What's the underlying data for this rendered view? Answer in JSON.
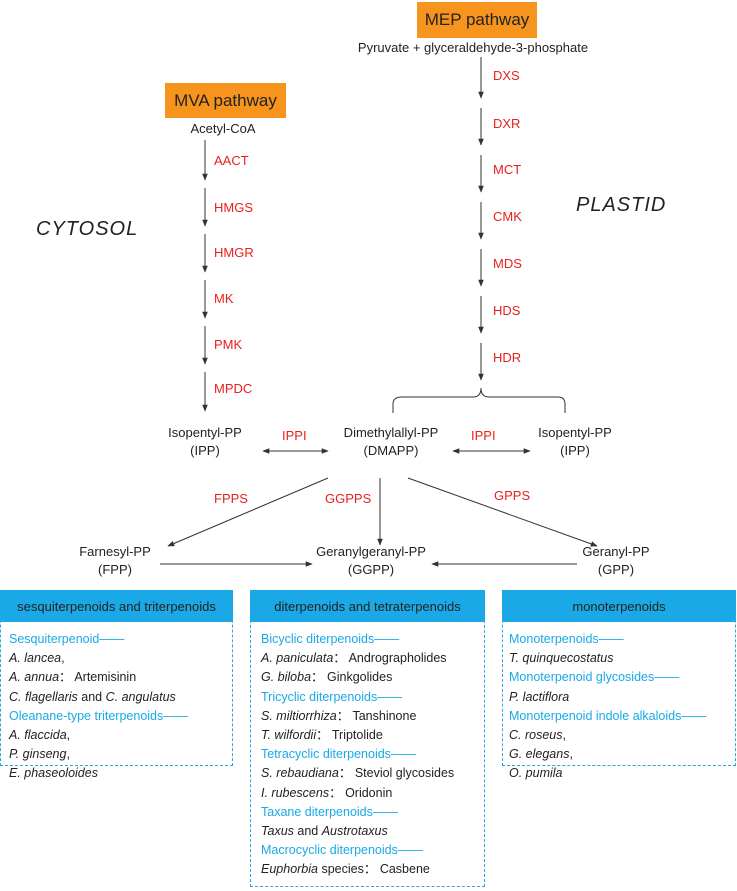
{
  "mep": {
    "title": "MEP pathway",
    "substrate": "Pyruvate + glyceraldehyde-3-phosphate",
    "enzymes": [
      "DXS",
      "DXR",
      "MCT",
      "CMK",
      "MDS",
      "HDS",
      "HDR"
    ]
  },
  "mva": {
    "title": "MVA pathway",
    "substrate": "Acetyl-CoA",
    "enzymes": [
      "AACT",
      "HMGS",
      "HMGR",
      "MK",
      "PMK",
      "MPDC"
    ]
  },
  "regions": {
    "cytosol": "CYTOSOL",
    "plastid": "PLASTID"
  },
  "nodes": {
    "ipp_left": {
      "name": "Isopentyl-PP",
      "abbr": "(IPP)"
    },
    "dmapp": {
      "name": "Dimethylallyl-PP",
      "abbr": "(DMAPP)"
    },
    "ipp_right": {
      "name": "Isopentyl-PP",
      "abbr": "(IPP)"
    },
    "fpp": {
      "name": "Farnesyl-PP",
      "abbr": "(FPP)"
    },
    "ggpp": {
      "name": "Geranylgeranyl-PP",
      "abbr": "(GGPP)"
    },
    "gpp": {
      "name": "Geranyl-PP",
      "abbr": "(GPP)"
    }
  },
  "edge_enzymes": {
    "ippi_left": "IPPI",
    "ippi_right": "IPPI",
    "fpps": "FPPS",
    "ggpps": "GGPPS",
    "gpps": "GPPS"
  },
  "colors": {
    "badge": "#f7941d",
    "enzyme": "#e8211d",
    "panel_header": "#1aa9e6",
    "category": "#1aa9e6"
  },
  "panels": [
    {
      "header": "sesquiterpenoids and triterpenoids",
      "lines": [
        {
          "cat": "Sesquiterpenoid",
          "dash": "——"
        },
        {
          "sp": "A. lancea",
          "tail": ","
        },
        {
          "sp": "A. annua",
          "tail": "：  Artemisinin"
        },
        {
          "sp": "C. flagellaris",
          "mid": " and ",
          "sp2": "C. angulatus"
        },
        {
          "cat": "Oleanane-type triterpenoids",
          "dash": "——"
        },
        {
          "sp": "A. flaccida",
          "tail": ","
        },
        {
          "sp": "P. ginseng",
          "tail": ","
        },
        {
          "sp": "E. phaseoloides"
        }
      ]
    },
    {
      "header": "diterpenoids and tetraterpenoids",
      "lines": [
        {
          "cat": "Bicyclic diterpenoids",
          "dash": "——"
        },
        {
          "sp": "A. paniculata",
          "tail": "：  Andrographolides"
        },
        {
          "sp": "G. biloba",
          "tail": "：  Ginkgolides"
        },
        {
          "cat": "Tricyclic diterpenoids",
          "dash": "——"
        },
        {
          "sp": "S. miltiorrhiza",
          "tail": "：  Tanshinone"
        },
        {
          "sp": "T. wilfordii",
          "tail": "：  Triptolide"
        },
        {
          "cat": "Tetracyclic diterpenoids",
          "dash": "——"
        },
        {
          "sp": "S. rebaudiana",
          "tail": "：  Steviol glycosides"
        },
        {
          "sp": "I. rubescens",
          "tail": "：  Oridonin"
        },
        {
          "cat": "Taxane diterpenoids",
          "dash": "——"
        },
        {
          "sp": "Taxus",
          "mid": " and ",
          "sp2": "Austrotaxus"
        },
        {
          "cat": "Macrocyclic diterpenoids",
          "dash": "——"
        },
        {
          "sp": "Euphorbia",
          "tail": " species：  Casbene"
        }
      ]
    },
    {
      "header": "monoterpenoids",
      "lines": [
        {
          "cat": "Monoterpenoids",
          "dash": "——"
        },
        {
          "sp": "T. quinquecostatus"
        },
        {
          "cat": "Monoterpenoid glycosides",
          "dash": "——"
        },
        {
          "sp": "P. lactiflora"
        },
        {
          "cat": "Monoterpenoid indole alkaloids",
          "dash": "——"
        },
        {
          "sp": "C. roseus",
          "tail": ","
        },
        {
          "sp": "G. elegans",
          "tail": ","
        },
        {
          "sp": "O. pumila"
        }
      ]
    }
  ]
}
